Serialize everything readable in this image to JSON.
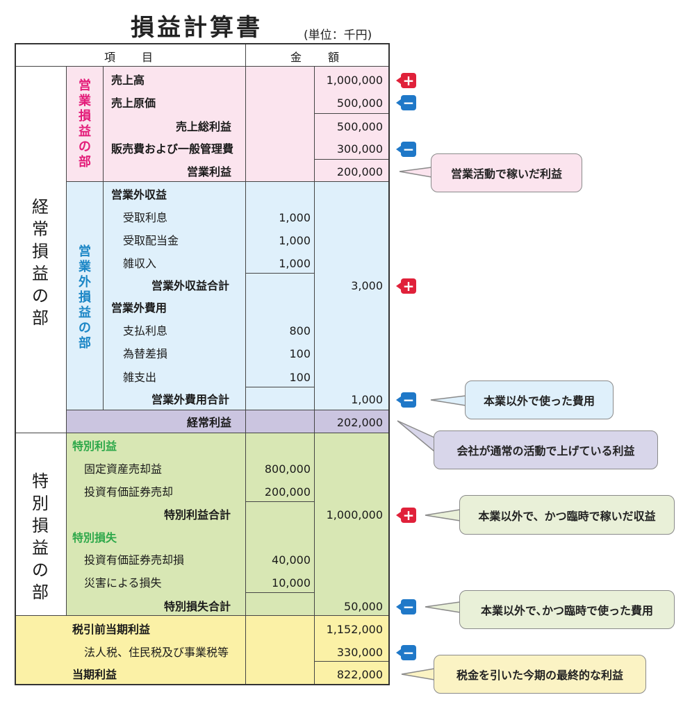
{
  "title": "損益計算書",
  "unit": "(単位：千円)",
  "headers": {
    "item": "項　　目",
    "amount": "金　　額"
  },
  "sections": {
    "ordinary": "経常損益の部",
    "operating": "営業損益の部",
    "non_operating": "営業外損益の部",
    "special": "特別損益の部"
  },
  "rows": {
    "sales": {
      "label": "売上高",
      "amount": "1,000,000"
    },
    "cogs": {
      "label": "売上原価",
      "amount": "500,000"
    },
    "gross_profit": {
      "label": "売上総利益",
      "amount": "500,000"
    },
    "sga": {
      "label": "販売費および一般管理費",
      "amount": "300,000"
    },
    "operating_profit": {
      "label": "営業利益",
      "amount": "200,000"
    },
    "non_op_income": {
      "label": "営業外収益"
    },
    "interest_received": {
      "label": "受取利息",
      "amount": "1,000"
    },
    "dividends_received": {
      "label": "受取配当金",
      "amount": "1,000"
    },
    "misc_income": {
      "label": "雑収入",
      "amount": "1,000"
    },
    "non_op_income_total": {
      "label": "営業外収益合計",
      "amount": "3,000"
    },
    "non_op_expense": {
      "label": "営業外費用"
    },
    "interest_paid": {
      "label": "支払利息",
      "amount": "800"
    },
    "fx_loss": {
      "label": "為替差損",
      "amount": "100"
    },
    "misc_loss": {
      "label": "雑支出",
      "amount": "100"
    },
    "non_op_expense_total": {
      "label": "営業外費用合計",
      "amount": "1,000"
    },
    "ordinary_profit": {
      "label": "経常利益",
      "amount": "202,000"
    },
    "special_gain": {
      "label": "特別利益"
    },
    "fixed_asset_gain": {
      "label": "固定資産売却益",
      "amount": "800,000"
    },
    "securities_gain": {
      "label": "投資有価証券売却",
      "amount": "200,000"
    },
    "special_gain_total": {
      "label": "特別利益合計",
      "amount": "1,000,000"
    },
    "special_loss": {
      "label": "特別損失"
    },
    "securities_loss": {
      "label": "投資有価証券売却損",
      "amount": "40,000"
    },
    "disaster_loss": {
      "label": "災害による損失",
      "amount": "10,000"
    },
    "special_loss_total": {
      "label": "特別損失合計",
      "amount": "50,000"
    },
    "pretax_profit": {
      "label": "税引前当期利益",
      "amount": "1,152,000"
    },
    "taxes": {
      "label": "法人税、住民税及び事業税等",
      "amount": "330,000"
    },
    "net_profit": {
      "label": "当期利益",
      "amount": "822,000"
    }
  },
  "badges": {
    "plus": "+",
    "minus": "−"
  },
  "callouts": {
    "operating_profit": "営業活動で稼いだ利益",
    "non_op_expense": "本業以外で使った費用",
    "ordinary_profit": "会社が通常の活動で上げている利益",
    "special_gain": "本業以外で、かつ臨時で稼いだ収益",
    "special_loss": "本業以外で､かつ臨時で使った費用",
    "net_profit": "税金を引いた今期の最終的な利益"
  },
  "colors": {
    "operating_bg": "#fbe4ee",
    "non_operating_bg": "#dff0fb",
    "ordinary_profit_bg": "#cbc5e0",
    "special_bg": "#d8e7b4",
    "net_bg": "#fbf1a6",
    "operating_label": "#e31c79",
    "non_operating_label": "#1b86c6",
    "special_label": "#2ea84a",
    "plus_badge": "#e0213a",
    "minus_badge": "#1f78c8"
  }
}
